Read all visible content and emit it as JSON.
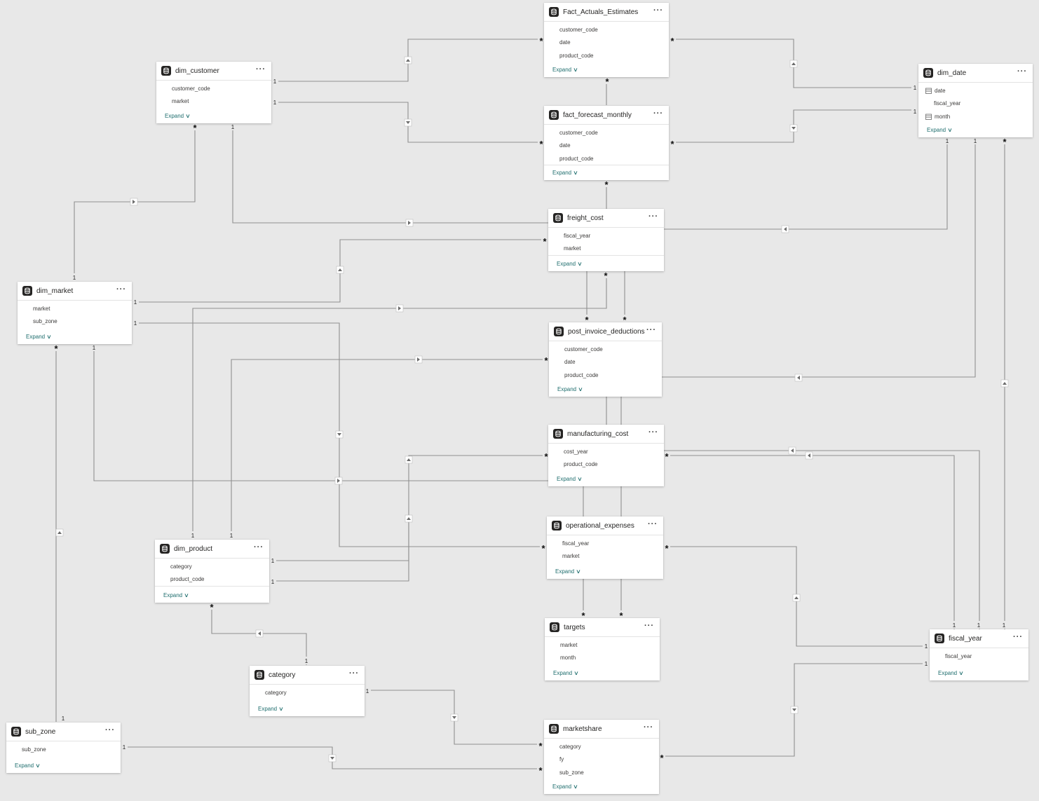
{
  "tables": [
    {
      "name": "dim_customer",
      "fields": [
        "customer_code",
        "market"
      ],
      "expand_label": "Expand"
    },
    {
      "name": "Fact_Actuals_Estimates",
      "fields": [
        "customer_code",
        "date",
        "product_code"
      ],
      "expand_label": "Expand"
    },
    {
      "name": "fact_forecast_monthly",
      "fields": [
        "customer_code",
        "date",
        "product_code"
      ],
      "expand_label": "Expand"
    },
    {
      "name": "dim_date",
      "fields": [
        "date",
        "fiscal_year",
        "month"
      ],
      "expand_label": "Expand"
    },
    {
      "name": "freight_cost",
      "fields": [
        "fiscal_year",
        "market"
      ],
      "expand_label": "Expand"
    },
    {
      "name": "dim_market",
      "fields": [
        "market",
        "sub_zone"
      ],
      "expand_label": "Expand"
    },
    {
      "name": "post_invoice_deductions",
      "fields": [
        "customer_code",
        "date",
        "product_code"
      ],
      "expand_label": "Expand"
    },
    {
      "name": "manufacturing_cost",
      "fields": [
        "cost_year",
        "product_code"
      ],
      "expand_label": "Expand"
    },
    {
      "name": "operational_expenses",
      "fields": [
        "fiscal_year",
        "market"
      ],
      "expand_label": "Expand"
    },
    {
      "name": "dim_product",
      "fields": [
        "category",
        "product_code"
      ],
      "expand_label": "Expand"
    },
    {
      "name": "targets",
      "fields": [
        "market",
        "month"
      ],
      "expand_label": "Expand"
    },
    {
      "name": "fiscal_year",
      "fields": [
        "fiscal_year"
      ],
      "expand_label": "Expand"
    },
    {
      "name": "category",
      "fields": [
        "category"
      ],
      "expand_label": "Expand"
    },
    {
      "name": "sub_zone",
      "fields": [
        "sub_zone"
      ],
      "expand_label": "Expand"
    },
    {
      "name": "marketshare",
      "fields": [
        "category",
        "fy",
        "sub_zone"
      ],
      "expand_label": "Expand"
    }
  ],
  "more_label": "···",
  "cardinality": {
    "one": "1",
    "many": "*"
  },
  "colors": {
    "canvas": "#e8e8e8",
    "card": "#ffffff",
    "wire": "#8f8f8f",
    "expand_link": "#1f6e6e"
  },
  "icons": {
    "table": "table-icon",
    "more": "more-options-icon",
    "expand": "chevron-down-icon",
    "filter_arrow": "cross-filter-arrow-icon",
    "date_field": "calendar-field-icon"
  }
}
